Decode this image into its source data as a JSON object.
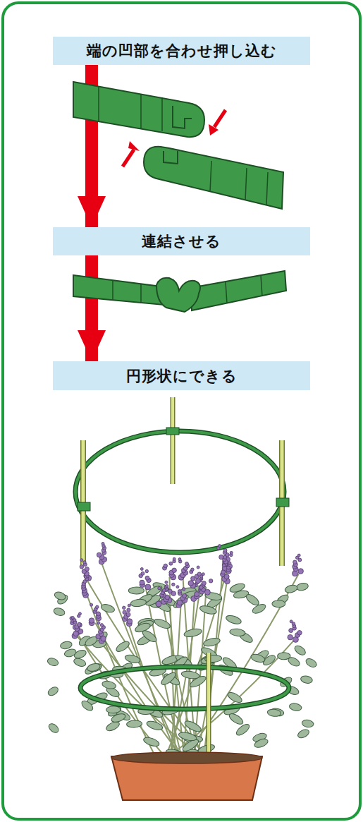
{
  "diagram": {
    "nodes": [
      {
        "text": [
          "端の凹部を合わせ押し込む"
        ]
      },
      {
        "text": [
          "連結させる"
        ]
      },
      {
        "text": [
          "円形状にできる"
        ]
      }
    ],
    "edges": [
      {
        "from": 0,
        "to": 1,
        "arrow": "to"
      },
      {
        "from": 1,
        "to": 2,
        "arrow": "to"
      }
    ]
  }
}
